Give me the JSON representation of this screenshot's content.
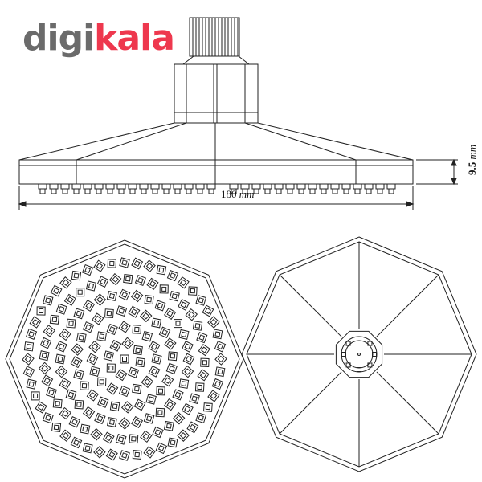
{
  "logo": {
    "part1": "digi",
    "part2": "kala",
    "colors": {
      "gray": "#6b6b6b",
      "red": "#ee384e"
    }
  },
  "dimensions": {
    "width_label": "180",
    "width_unit": "mm",
    "height_label": "9.5",
    "height_unit": "mm"
  },
  "line_color": "#222222"
}
